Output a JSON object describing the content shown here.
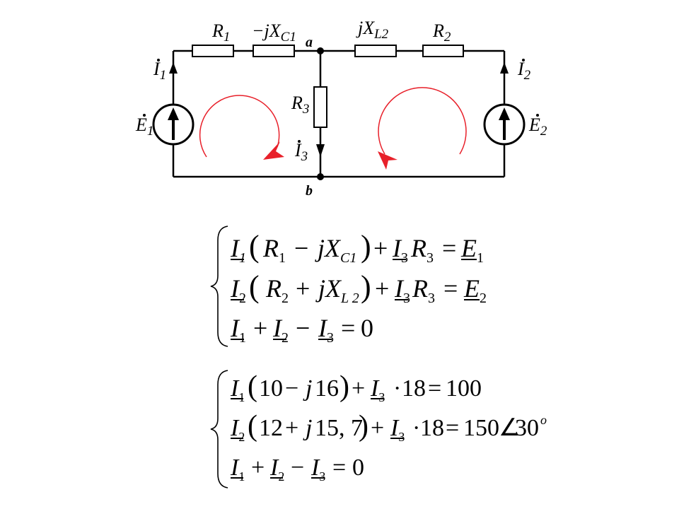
{
  "colors": {
    "wire": "#000000",
    "loop_arrow": "#e8202a",
    "background": "#ffffff"
  },
  "circuit": {
    "node_top": "a",
    "node_bottom": "b",
    "labels": {
      "r1": "R",
      "r1_sub": "1",
      "xc1_prefix": "−jX",
      "xc1_sub": "C1",
      "xl2_prefix": "jX",
      "xl2_sub": "L2",
      "r2": "R",
      "r2_sub": "2",
      "r3": "R",
      "r3_sub": "3",
      "i1": "I",
      "i1_sub": "1",
      "i2": "I",
      "i2_sub": "2",
      "i3": "I",
      "i3_sub": "3",
      "e1": "E",
      "e1_sub": "1",
      "e2": "E",
      "e2_sub": "2"
    }
  },
  "system1": {
    "eq1": {
      "v1": "I",
      "v1_sub": "1",
      "lpar": "(",
      "r": "R",
      "r_sub": "1",
      "op": "−",
      "jx": "jX",
      "jx_sub": "C1",
      "rpar": ")",
      "plus": "+",
      "v3": "I",
      "v3_sub": "3",
      "r3": "R",
      "r3_sub": "3",
      "eq": "=",
      "e": "E",
      "e_sub": "1"
    },
    "eq2": {
      "v1": "I",
      "v1_sub": "2",
      "lpar": "(",
      "r": "R",
      "r_sub": "2",
      "op": "+",
      "jx": "jX",
      "jx_sub": "L 2",
      "rpar": ")",
      "plus": "+",
      "v3": "I",
      "v3_sub": "3",
      "r3": "R",
      "r3_sub": "3",
      "eq": "=",
      "e": "E",
      "e_sub": "2"
    },
    "eq3": {
      "a": "I",
      "a_sub": "1",
      "plus": "+",
      "b": "I",
      "b_sub": "2",
      "minus": "−",
      "c": "I",
      "c_sub": "3",
      "eq": "=",
      "rhs": "0"
    }
  },
  "system2": {
    "eq1": {
      "v1": "I",
      "v1_sub": "1",
      "lpar": "(",
      "a": "10",
      "op": "−",
      "j": "j",
      "b": "16",
      "rpar": ")",
      "plus": "+",
      "v3": "I",
      "v3_sub": "3",
      "dot": "·",
      "k": "18",
      "eq": "=",
      "rhs": "100"
    },
    "eq2": {
      "v1": "I",
      "v1_sub": "2",
      "lpar": "(",
      "a": "12",
      "op": "+",
      "j": "j",
      "b": "15, 7",
      "rpar": ")",
      "plus": "+",
      "v3": "I",
      "v3_sub": "3",
      "dot": "·",
      "k": "18",
      "eq": "=",
      "rhs": "150",
      "angle": "∠",
      "phase": "30",
      "deg": "o"
    },
    "eq3": {
      "a": "I",
      "a_sub": "1",
      "plus": "+",
      "b": "I",
      "b_sub": "2",
      "minus": "−",
      "c": "I",
      "c_sub": "3",
      "eq": "=",
      "rhs": "0"
    }
  }
}
